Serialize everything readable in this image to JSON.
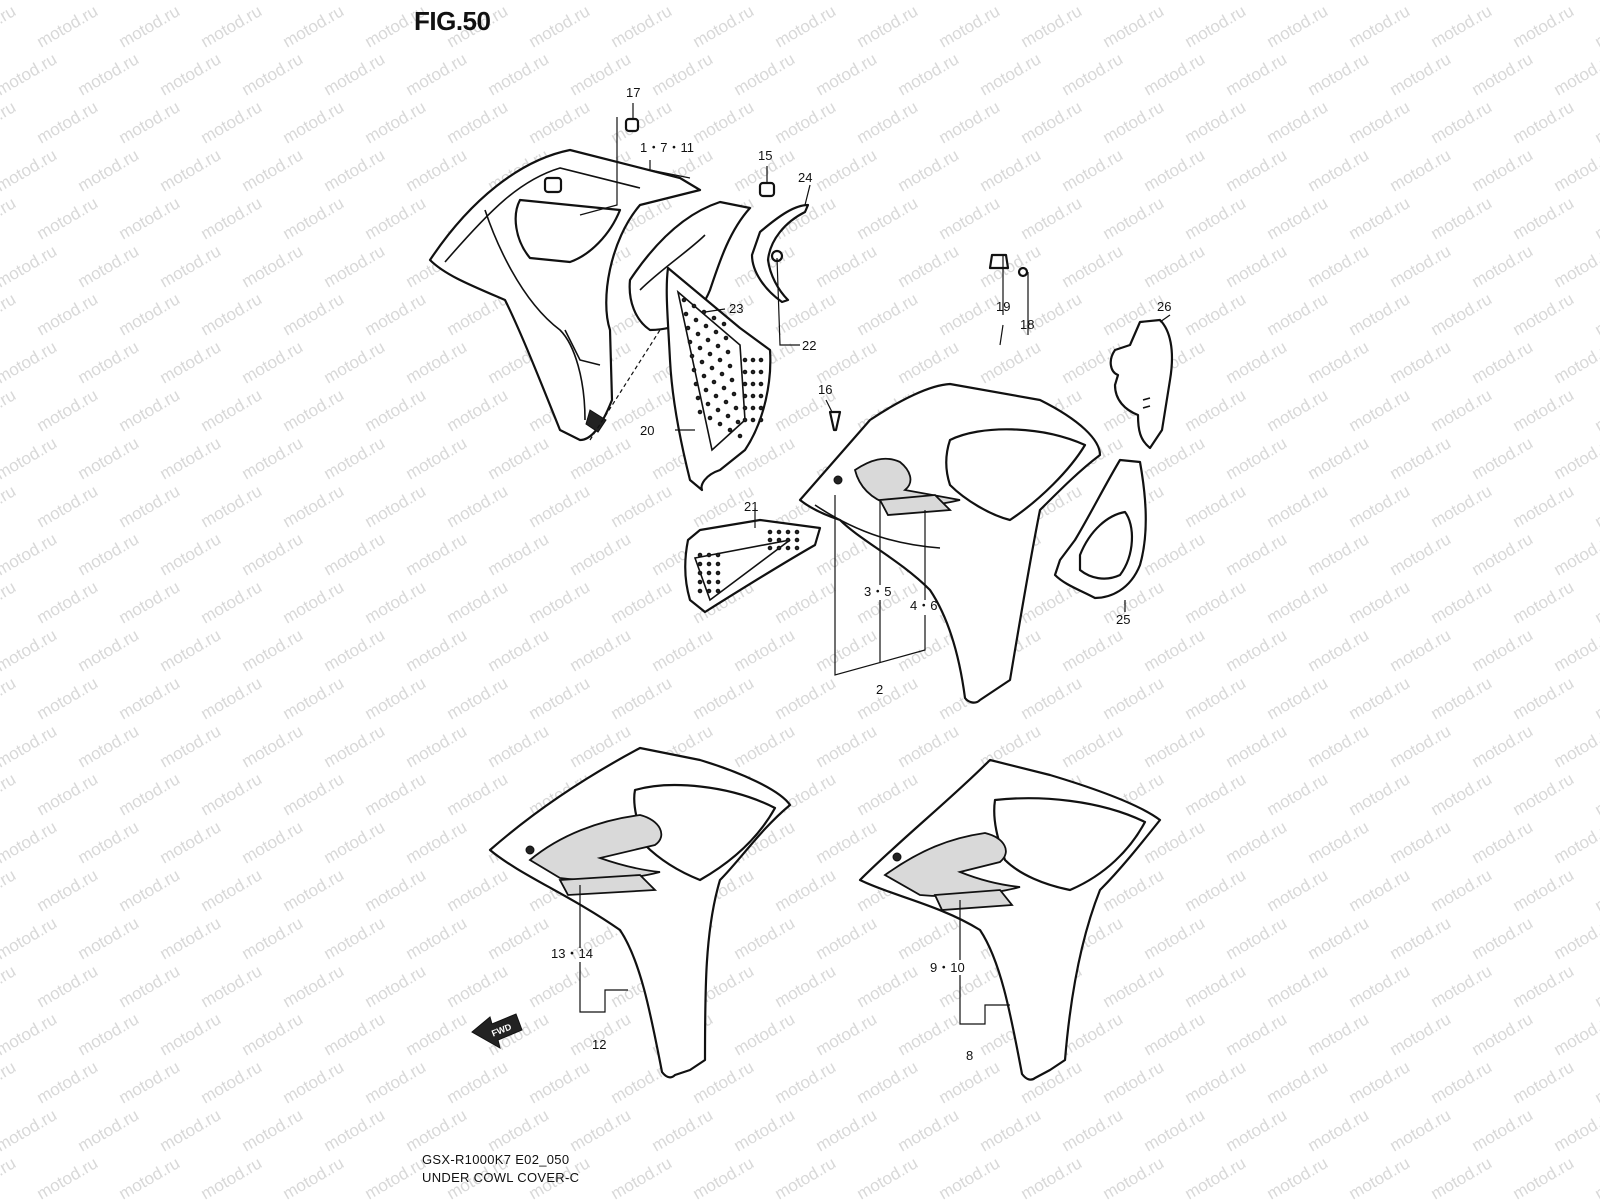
{
  "figure_title": "FIG.50",
  "watermark_text": "motod.ru",
  "caption": {
    "model_code": "GSX-R1000K7 E02_050",
    "title": "UNDER COWL COVER-C"
  },
  "callouts": [
    {
      "id": "c17",
      "text": "17"
    },
    {
      "id": "c1711",
      "text": "1・7・11"
    },
    {
      "id": "c15",
      "text": "15"
    },
    {
      "id": "c24",
      "text": "24"
    },
    {
      "id": "c23",
      "text": "23"
    },
    {
      "id": "c22",
      "text": "22"
    },
    {
      "id": "c20",
      "text": "20"
    },
    {
      "id": "c19",
      "text": "19"
    },
    {
      "id": "c18",
      "text": "18"
    },
    {
      "id": "c26",
      "text": "26"
    },
    {
      "id": "c16",
      "text": "16"
    },
    {
      "id": "c21",
      "text": "21"
    },
    {
      "id": "c35",
      "text": "3・5"
    },
    {
      "id": "c46",
      "text": "4・6"
    },
    {
      "id": "c2",
      "text": "2"
    },
    {
      "id": "c25",
      "text": "25"
    },
    {
      "id": "c1314",
      "text": "13・14"
    },
    {
      "id": "c12",
      "text": "12"
    },
    {
      "id": "c910",
      "text": "9・10"
    },
    {
      "id": "c8",
      "text": "8"
    }
  ],
  "fwd_arrow": "FWD",
  "colors": {
    "line": "#111111",
    "watermark": "#b9b9b9",
    "background": "#ffffff"
  }
}
